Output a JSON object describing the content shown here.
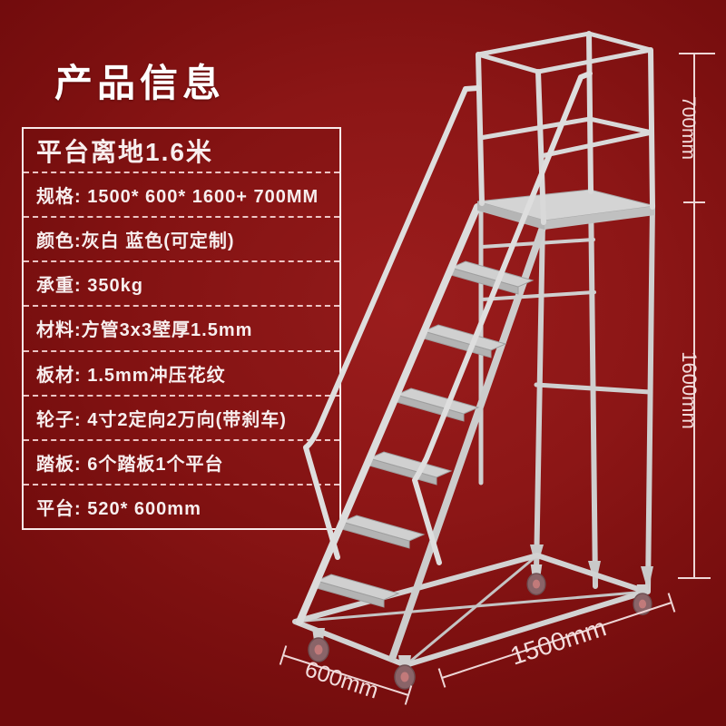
{
  "title": "产品信息",
  "specs": {
    "rows": [
      "平台离地1.6米",
      "规格: 1500* 600* 1600+ 700MM",
      "颜色:灰白  蓝色(可定制)",
      "承重: 350kg",
      "材料:方管3x3壁厚1.5mm",
      "板材: 1.5mm冲压花纹",
      "轮子: 4寸2定向2万向(带刹车)",
      "踏板: 6个踏板1个平台",
      "平台: 520* 600mm"
    ]
  },
  "dimensions": {
    "guardrail_height": "700mm",
    "platform_height": "1600mm",
    "base_length": "1500mm",
    "base_depth": "600mm"
  },
  "colors": {
    "background_red": "#8c1616",
    "text_white": "#ffffff",
    "dimension_line": "#eed6d6",
    "ladder_steel": "#d6d6d6"
  }
}
